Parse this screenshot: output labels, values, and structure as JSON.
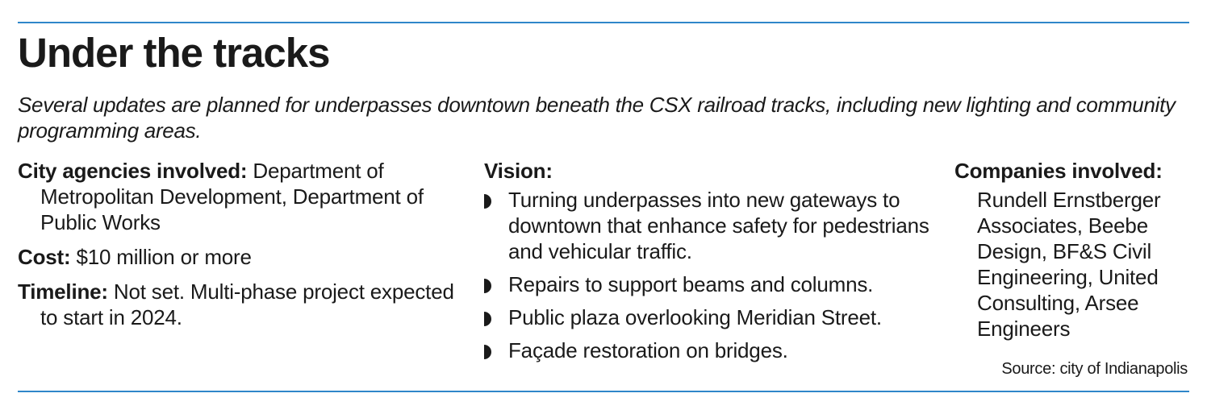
{
  "headline": "Under the tracks",
  "dek": "Several updates are planned for underpasses downtown beneath the CSX railroad tracks, including new lighting and community programming areas.",
  "facts": [
    {
      "label": "City agencies involved:",
      "text": " Department of Metropolitan Development, Department of Public Works"
    },
    {
      "label": "Cost:",
      "text": " $10 million or more"
    },
    {
      "label": "Timeline:",
      "text": " Not set. Multi-phase project expected to start in 2024."
    }
  ],
  "vision": {
    "heading": "Vision:",
    "items": [
      "Turning underpasses into new gateways to downtown that enhance safety for pedes­trians and vehicular traffic.",
      "Repairs to support beams and columns.",
      "Public plaza overlooking Meridian Street.",
      "Façade restoration on bridges."
    ]
  },
  "companies": {
    "heading": "Companies involved:",
    "text": "Rundell Ernstberger Associates, Beebe Design, BF&S Civil Engineering, United Consulting, Arsee Engineers"
  },
  "source": "Source: city of Indianapolis",
  "colors": {
    "rule": "#2f86c9",
    "text": "#1a1a1a"
  },
  "icons": {
    "vision_bullet": "half-circle-bullet-icon"
  }
}
